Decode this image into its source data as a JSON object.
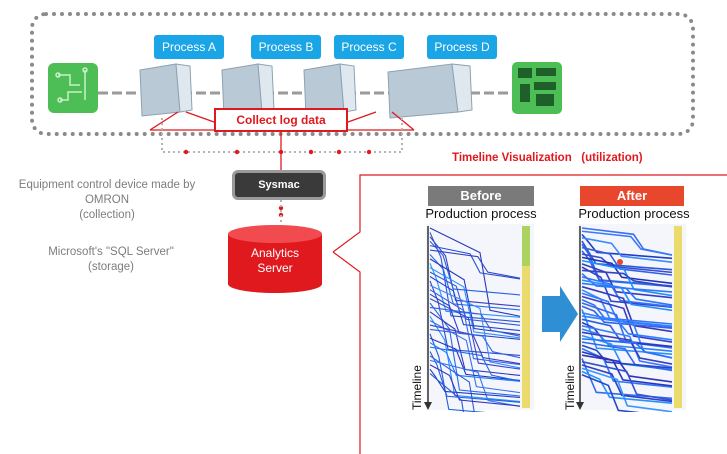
{
  "processes": [
    {
      "label": "Process A"
    },
    {
      "label": "Process B"
    },
    {
      "label": "Process C"
    },
    {
      "label": "Process D"
    }
  ],
  "collect_label": "Collect log data",
  "collection": {
    "line1": "Equipment control device made by",
    "line2": "OMRON",
    "line3": "(collection)"
  },
  "sysmac_label": "Sysmac",
  "storage": {
    "line1": "Microsoft's \"SQL Server\"",
    "line2": "(storage)"
  },
  "analytics": {
    "line1": "Analytics",
    "line2": "Server"
  },
  "visualization": {
    "title": "Timeline Visualization   (utilization)",
    "before": {
      "header": "Before",
      "subtitle": "Production process",
      "axis": "Timeline"
    },
    "after": {
      "header": "After",
      "subtitle": "Production process",
      "axis": "Timeline"
    }
  },
  "colors": {
    "accent_red": "#e0191e",
    "process_blue": "#1aa5e6",
    "board_green": "#4cbe55",
    "before_grey": "#7a7a7a",
    "after_red": "#e8472e",
    "arrow_blue": "#2f8fd4"
  }
}
